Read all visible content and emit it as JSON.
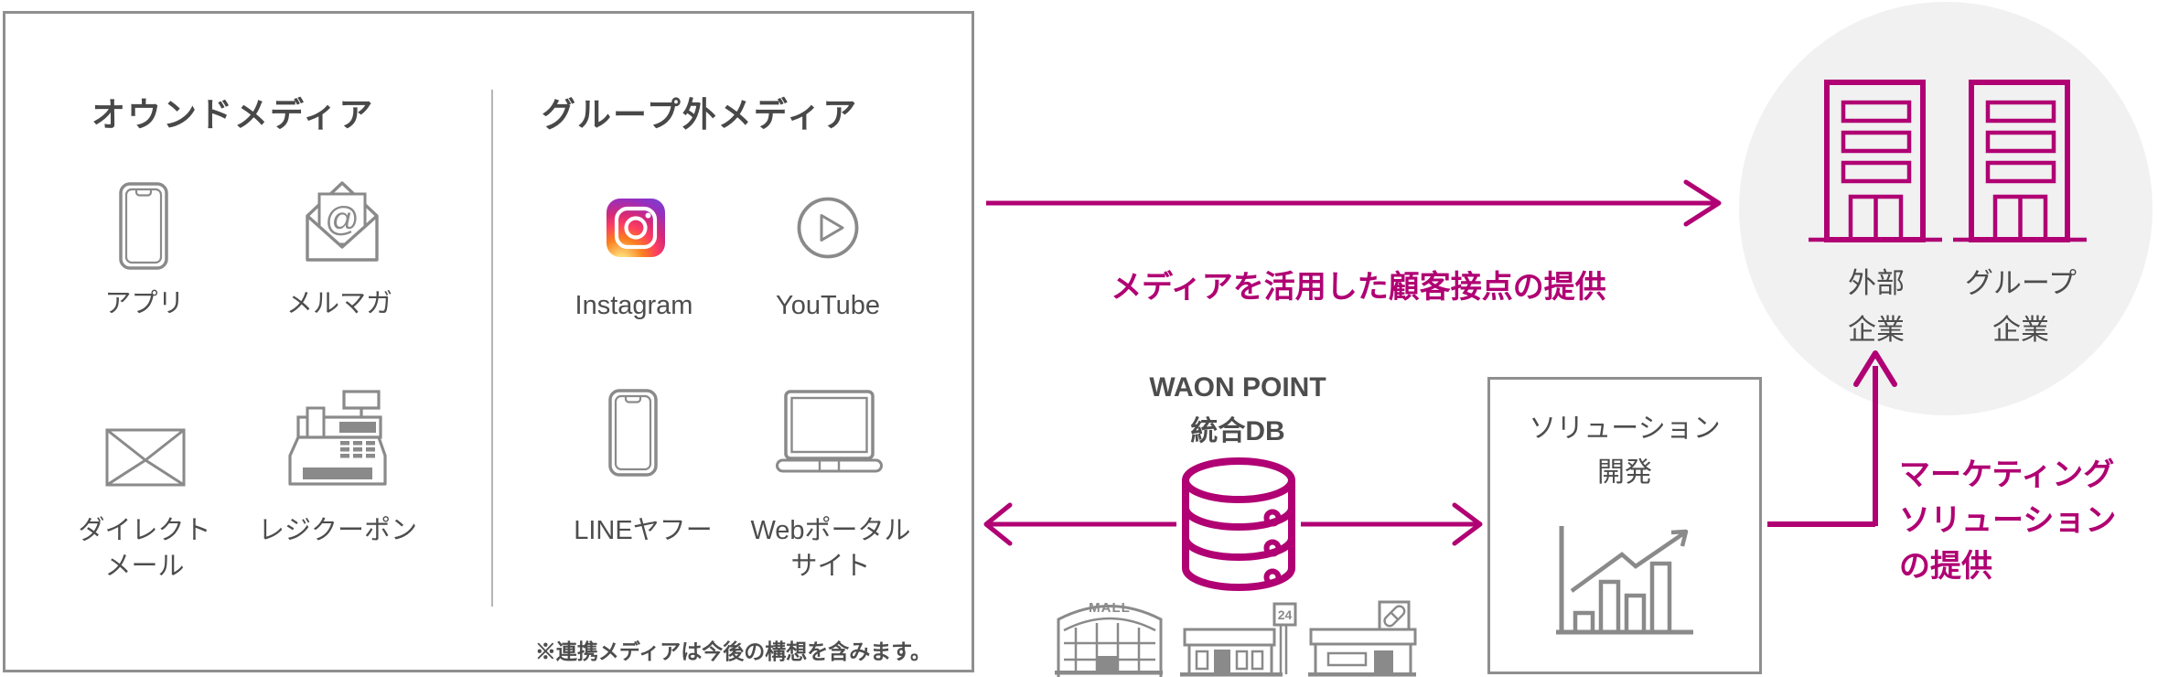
{
  "colors": {
    "magenta": "#b00073",
    "icon_gray": "#8a8a8a",
    "text_gray": "#4d4d4d",
    "circle_bg": "#f1f1f2"
  },
  "media_box": {
    "owned": {
      "header": "オウンドメディア",
      "items": [
        {
          "icon": "smartphone-icon",
          "label": "アプリ"
        },
        {
          "icon": "newsletter-envelope-icon",
          "icon_glyph": "@",
          "label": "メルマガ"
        },
        {
          "icon": "envelope-icon",
          "label_line1": "ダイレクト",
          "label_line2": "メール"
        },
        {
          "icon": "cash-register-icon",
          "label": "レジクーポン"
        }
      ]
    },
    "external": {
      "header": "グループ外メディア",
      "items": [
        {
          "icon": "instagram-icon",
          "label": "Instagram"
        },
        {
          "icon": "play-button-icon",
          "label": "YouTube"
        },
        {
          "icon": "smartphone-icon",
          "label": "LINEヤフー"
        },
        {
          "icon": "laptop-icon",
          "label_line1": "Webポータル",
          "label_line2": "サイト"
        }
      ]
    },
    "note": "※連携メディアは今後の構想を含みます。"
  },
  "flows": {
    "media_arrow_label": "メディアを活用した顧客接点の提供",
    "marketing_label_line1": "マーケティング",
    "marketing_label_line2": "ソリューション",
    "marketing_label_line3": "の提供"
  },
  "db": {
    "title_line1": "WAON POINT",
    "title_line2": "統合DB",
    "stores": {
      "mall_sign": "MALL",
      "convenience_sign": "24"
    }
  },
  "solution_box": {
    "title_line1": "ソリューション",
    "title_line2": "開発"
  },
  "companies": {
    "external_line1": "外部",
    "external_line2": "企業",
    "group_line1": "グループ",
    "group_line2": "企業"
  }
}
